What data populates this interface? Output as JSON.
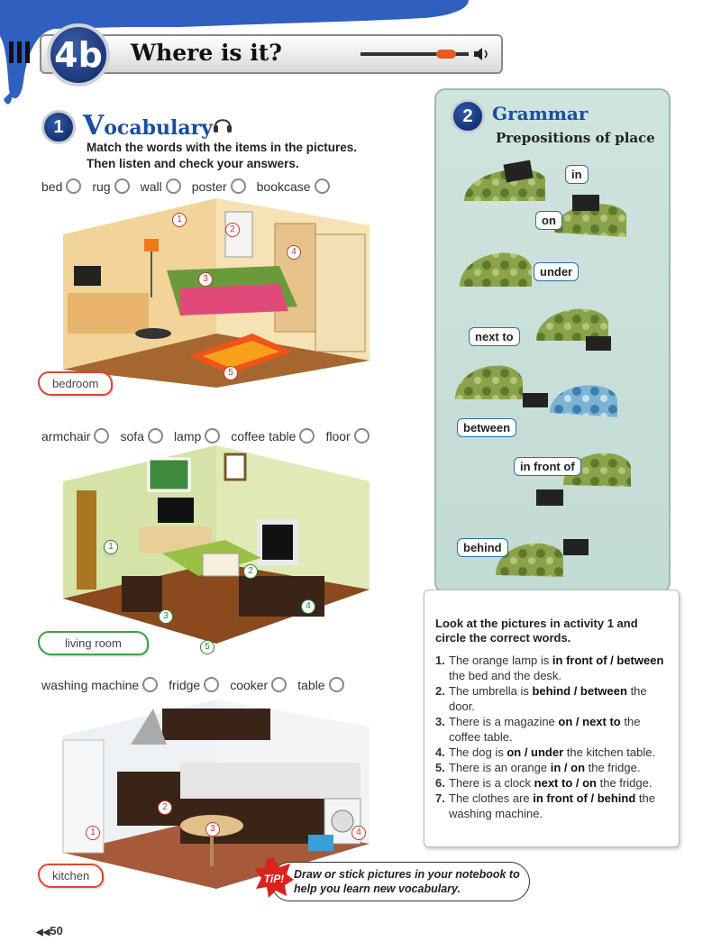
{
  "header": {
    "lesson": "4b",
    "title": "Where is it?"
  },
  "vocabulary": {
    "number": "1",
    "title_first": "V",
    "title_rest": "ocabulary",
    "instructions": "Match the words with the items in the pictures. Then listen and check your answers.",
    "bedroom": {
      "words": [
        "bed",
        "rug",
        "wall",
        "poster",
        "bookcase"
      ],
      "label": "bedroom",
      "numbers": [
        "1",
        "2",
        "3",
        "4",
        "5"
      ]
    },
    "living_room": {
      "words": [
        "armchair",
        "sofa",
        "lamp",
        "coffee table",
        "floor"
      ],
      "label": "living room",
      "numbers": [
        "1",
        "2",
        "3",
        "4",
        "5"
      ]
    },
    "kitchen": {
      "words": [
        "washing machine",
        "fridge",
        "cooker",
        "table"
      ],
      "label": "kitchen",
      "numbers": [
        "1",
        "2",
        "3",
        "4"
      ]
    }
  },
  "grammar": {
    "number": "2",
    "title": "Grammar",
    "subtitle": "Prepositions of place",
    "prepositions": [
      "in",
      "on",
      "under",
      "next to",
      "between",
      "in front of",
      "behind"
    ]
  },
  "exercise": {
    "instructions": "Look at the pictures in activity 1 and circle the correct words.",
    "items": [
      {
        "n": "1.",
        "pre": "The orange lamp is ",
        "choice": "in front of / between",
        "post": " the bed and the desk."
      },
      {
        "n": "2.",
        "pre": "The umbrella is ",
        "choice": "behind / between",
        "post": " the door."
      },
      {
        "n": "3.",
        "pre": "There is a magazine ",
        "choice": "on / next to",
        "post": " the coffee table."
      },
      {
        "n": "4.",
        "pre": "The dog is ",
        "choice": "on / under",
        "post": " the kitchen table."
      },
      {
        "n": "5.",
        "pre": "There is an orange ",
        "choice": "in / on",
        "post": " the fridge."
      },
      {
        "n": "6.",
        "pre": "There is a clock ",
        "choice": "next to / on",
        "post": " the fridge."
      },
      {
        "n": "7.",
        "pre": "The clothes are ",
        "choice": "in front of / behind",
        "post": " the washing machine."
      }
    ]
  },
  "tip": {
    "badge": "TiP!",
    "text": "Draw or stick pictures in your notebook to help you learn new vocabulary."
  },
  "footer": {
    "page": "50"
  },
  "colors": {
    "brand_blue": "#1b4ea0",
    "badge_navy": "#0c2664",
    "panel_green": "#c9e0d9",
    "label_red": "#d94a36",
    "label_green": "#3aa04a"
  }
}
